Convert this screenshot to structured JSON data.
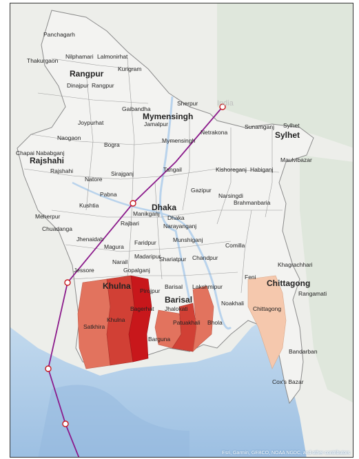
{
  "map": {
    "country_label": "India",
    "attribution": "Esri, Garmin, GEBCO, NOAA NGDC, and other contributors",
    "colors": {
      "land": "#efefef",
      "water": "#b9d3ec",
      "deep_water": "#9fc0e3",
      "hills": "#dfe6dc",
      "track": "#8b1a8b",
      "impact_severe": "#c8171b",
      "impact_high": "#d94838",
      "impact_medium": "#e2735e",
      "impact_low": "#f5c8ad"
    },
    "division_labels": [
      "Rangpur",
      "Rajshahi",
      "Mymensingh",
      "Sylhet",
      "Dhaka",
      "Khulna",
      "Barisal",
      "Chittagong"
    ],
    "district_labels": {
      "panchagarh": "Panchagarh",
      "thakurgaon": "Thakurgaon",
      "nilphamari": "Nilphamari",
      "lalmonirhat": "Lalmonirhat",
      "kurigram": "Kurigram",
      "dinajpur": "Dinajpur",
      "rangpur": "Rangpur",
      "gaibandha": "Gaibandha",
      "joypurhat": "Joypurhat",
      "naogaon": "Naogaon",
      "bogra": "Bogra",
      "chapai": "Chapai Nababganj",
      "rajshahi": "Rajshahi",
      "natore": "Natore",
      "sirajganj": "Sirajganj",
      "sherpur": "Sherpur",
      "jamalpur": "Jamalpur",
      "mymensingh": "Mymensingh",
      "netrakona": "Netrakona",
      "sunamganj": "Sunamganj",
      "sylhet": "Sylhet",
      "tangail": "Tangail",
      "kishoreganj": "Kishoreganj",
      "habiganj": "Habiganj",
      "moulvibazar": "Maulvibazar",
      "gazipur": "Gazipur",
      "narsingdi": "Narsingdi",
      "brahmanbaria": "Brahmanbaria",
      "pabna": "Pabna",
      "kushtia": "Kushtia",
      "manikganj": "Manikganj",
      "dhaka": "Dhaka",
      "narayanganj": "Narayanganj",
      "meherpur": "Meherpur",
      "chuadanga": "Chuadanga",
      "rajbari": "Rajbari",
      "jhenaidah": "Jhenaidah",
      "magura": "Magura",
      "faridpur": "Faridpur",
      "munshiganj": "Munshiganj",
      "comilla": "Comilla",
      "madaripur": "Madaripur",
      "shariatpur": "Shariatpur",
      "narail": "Narail",
      "jessore": "Jessore",
      "gopalganj": "Gopalganj",
      "chandpur": "Chandpur",
      "khagrachhari": "Khagrachhari",
      "feni": "Feni",
      "barisal": "Barisal",
      "lakshmipur": "Lakshmipur",
      "noakhali": "Noakhali",
      "jhalokati": "Jhalokati",
      "pirojpur": "Pirojpur",
      "satkhira": "Satkhira",
      "khulna": "Khulna",
      "bagerhat": "Bagerhat",
      "barguna": "Barguna",
      "patuakhali": "Patuakhali",
      "bhola": "Bhola",
      "chittagong": "Chittagong",
      "rangamati": "Rangamati",
      "bandarban": "Bandarban",
      "coxs_bazar": "Cox's Bazar"
    }
  }
}
